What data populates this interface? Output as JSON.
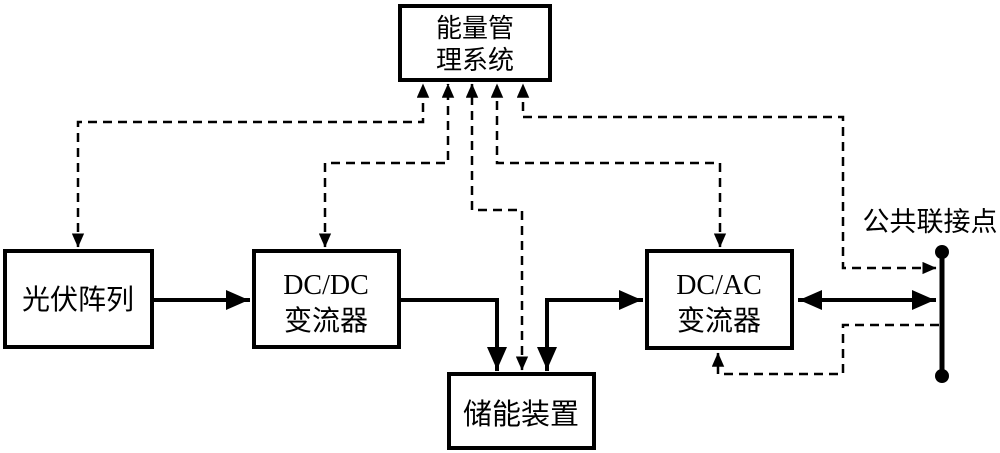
{
  "figure": {
    "type": "block-diagram",
    "description": "Photovoltaic grid-connected system with energy storage and energy management system",
    "background_color": "#ffffff",
    "line_color": "#000000"
  },
  "nodes": {
    "ems": {
      "label": "能量管理系统",
      "line1": "能量管",
      "line2": "理系统"
    },
    "pv": {
      "label": "光伏阵列"
    },
    "dcdc": {
      "label": "DC/DC变流器",
      "line1": "DC/DC",
      "line2": "变流器"
    },
    "dcac": {
      "label": "DC/AC变流器",
      "line1": "DC/AC",
      "line2": "变流器"
    },
    "storage": {
      "label": "储能装置"
    },
    "pcc": {
      "label": "公共联接点"
    }
  },
  "edges": [
    {
      "from": "pv",
      "to": "dcdc",
      "style": "solid",
      "kind": "power",
      "bidirectional": false
    },
    {
      "from": "dcdc",
      "to": "storage",
      "style": "solid",
      "kind": "power",
      "bidirectional": false
    },
    {
      "from": "dc-bus-junction",
      "to": "storage",
      "style": "solid",
      "kind": "power",
      "bidirectional": false
    },
    {
      "from": "dc-bus-junction",
      "to": "dcac",
      "style": "solid",
      "kind": "power",
      "bidirectional": false
    },
    {
      "from": "dcac",
      "to": "pcc",
      "style": "solid",
      "kind": "power",
      "bidirectional": true
    },
    {
      "from": "ems",
      "to": "pv",
      "style": "dashed",
      "kind": "control",
      "bidirectional": true
    },
    {
      "from": "ems",
      "to": "dcdc",
      "style": "dashed",
      "kind": "control",
      "bidirectional": true
    },
    {
      "from": "ems",
      "to": "storage",
      "style": "dashed",
      "kind": "control",
      "bidirectional": true
    },
    {
      "from": "ems",
      "to": "dcac",
      "style": "dashed",
      "kind": "control",
      "bidirectional": true
    },
    {
      "from": "ems",
      "to": "pcc",
      "style": "dashed",
      "kind": "control",
      "bidirectional": true
    },
    {
      "from": "pcc",
      "to": "dcac-bottom",
      "style": "dashed",
      "kind": "measurement",
      "bidirectional": false
    }
  ]
}
